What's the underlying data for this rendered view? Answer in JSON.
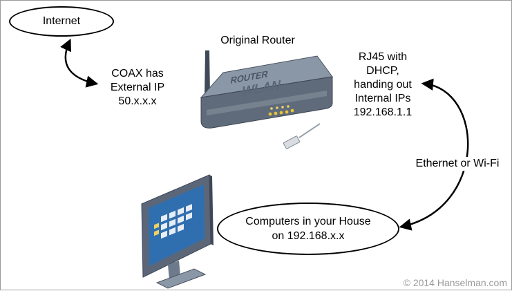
{
  "nodes": {
    "internet": "Internet",
    "house_line1": "Computers in your House",
    "house_line2": "on 192.168.x.x"
  },
  "labels": {
    "coax_line1": "COAX has",
    "coax_line2": "External IP",
    "coax_line3": "50.x.x.x",
    "router_title": "Original Router",
    "rj45_line1": "RJ45 with",
    "rj45_line2": "DHCP,",
    "rj45_line3": "handing out",
    "rj45_line4": "Internal IPs",
    "rj45_line5": "192.168.1.1",
    "link_type": "Ethernet or Wi-Fi"
  },
  "router_decal": {
    "top": "ROUTER",
    "bottom": "WLAN"
  },
  "copyright": "© 2014 Hanselman.com",
  "colors": {
    "router_body": "#5f6b7a",
    "router_top": "#8a97a6",
    "monitor_frame": "#5b6779",
    "screen": "#2f6fb0",
    "led": "#e7c23a"
  }
}
